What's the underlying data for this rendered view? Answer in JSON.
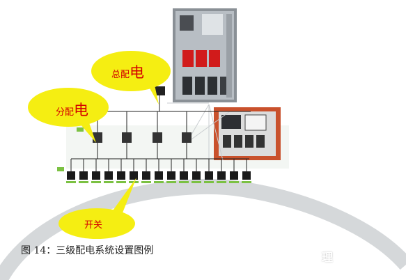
{
  "bubbles": {
    "main": {
      "text_small": "总配",
      "text_big": "电"
    },
    "distribution": {
      "text_small": "分配",
      "text_big": "电"
    },
    "switch": {
      "text": "开关"
    }
  },
  "caption": "图 14：三级配电系统设置图例",
  "watermark": "理",
  "colors": {
    "bubble_fill": "#f5ee12",
    "bubble_text": "#d40000",
    "panel_frame": "#c9512c",
    "arc": "#d5d8da"
  }
}
